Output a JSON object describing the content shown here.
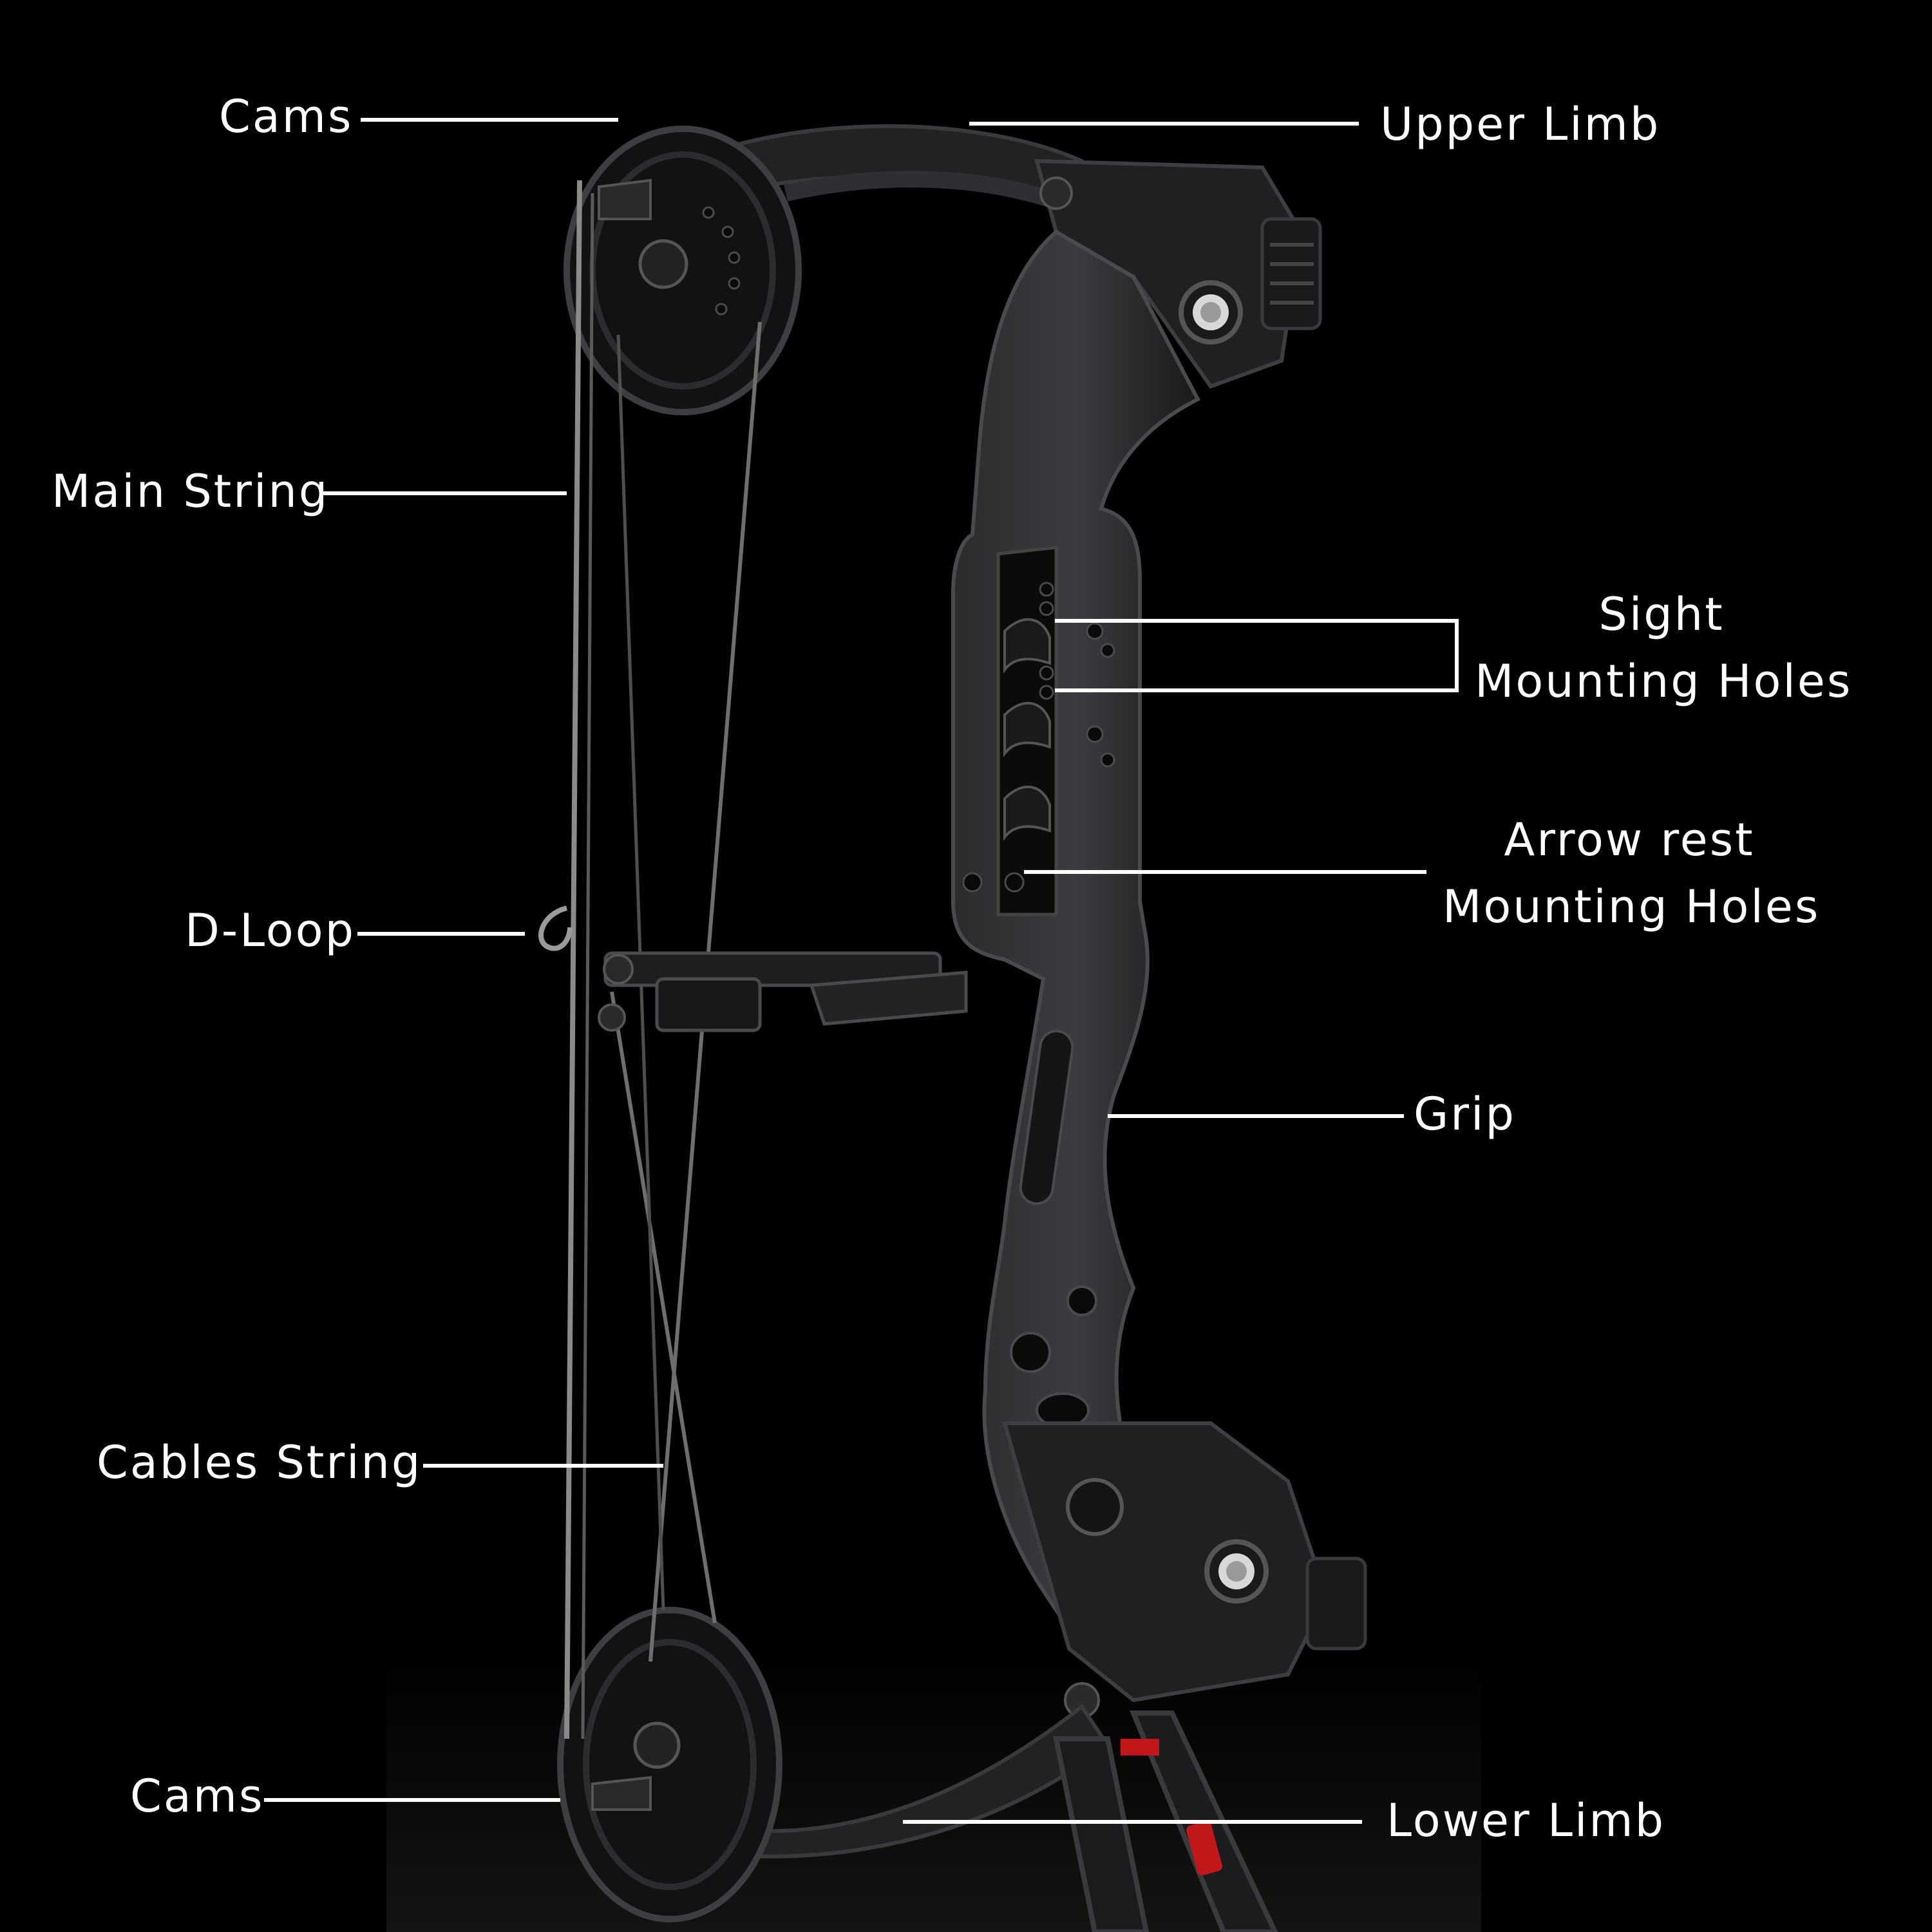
{
  "labels": {
    "cams_top": "Cams",
    "upper_limb": "Upper Limb",
    "main_string": "Main String",
    "sight_line1": "Sight",
    "sight_line2": "Mounting Holes",
    "arrow_line1": "Arrow rest",
    "arrow_line2": "Mounting Holes",
    "d_loop": "D-Loop",
    "grip": "Grip",
    "cables_string": "Cables String",
    "cams_bottom": "Cams",
    "lower_limb": "Lower Limb"
  },
  "colors": {
    "background": "#000000",
    "label_text": "#ffffff",
    "leader_line": "#ffffff",
    "bow_body": "#1c1c1e",
    "bow_highlight": "#3a3a3e",
    "string": "#8a8a8a",
    "accent_red": "#c0171b"
  }
}
